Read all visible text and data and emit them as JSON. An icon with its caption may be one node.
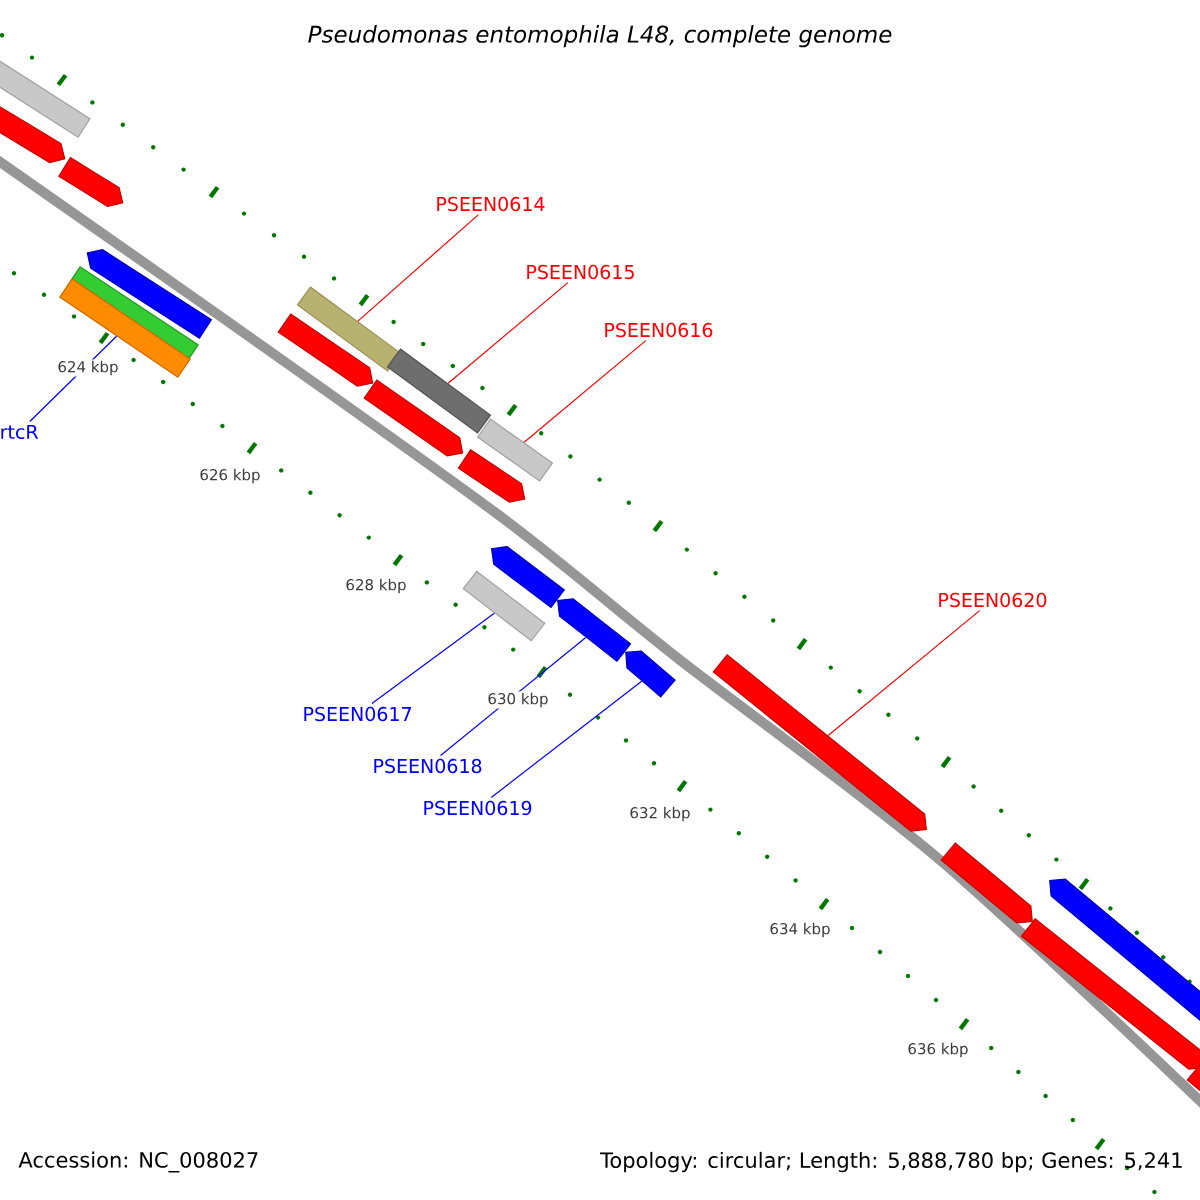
{
  "diagram": {
    "title": "Pseudomonas entomophila L48, complete genome",
    "nodes": [
      {
        "text": [
          "PSEEN0614"
        ]
      },
      {
        "text": [
          "PSEEN0615"
        ]
      },
      {
        "text": [
          "PSEEN0616"
        ]
      },
      {
        "text": [
          "PSEEN0620"
        ]
      },
      {
        "text": [
          "rtcR"
        ]
      },
      {
        "text": [
          "PSEEN0617"
        ]
      },
      {
        "text": [
          "PSEEN0618"
        ]
      },
      {
        "text": [
          "PSEEN0619"
        ]
      },
      {
        "text": [],
        "shape": "bar"
      },
      {
        "text": [],
        "shape": "bar"
      },
      {
        "text": [],
        "shape": "bar"
      },
      {
        "text": [],
        "shape": "bar"
      },
      {
        "text": [],
        "shape": "bar"
      },
      {
        "text": [],
        "shape": "bar"
      },
      {
        "text": [],
        "shape": "bar"
      },
      {
        "text": [],
        "shape": "bar"
      },
      {
        "text": [],
        "shape": "bar"
      },
      {
        "text": [],
        "shape": "bar"
      },
      {
        "text": [],
        "shape": "bar"
      },
      {
        "text": [],
        "shape": "bar"
      },
      {
        "text": [],
        "shape": "bar"
      },
      {
        "text": [],
        "shape": "bar"
      },
      {
        "text": [],
        "shape": "bar"
      },
      {
        "text": [],
        "shape": "bar"
      },
      {
        "text": [],
        "shape": "bar"
      },
      {
        "text": [],
        "shape": "bar"
      },
      {
        "text": [],
        "shape": "bar"
      },
      {
        "text": [],
        "shape": "bar"
      },
      {
        "text": [],
        "shape": "bar"
      }
    ],
    "edges": [
      {
        "from": 0,
        "to": 14,
        "arrow": "none",
        "color": "#ff0000"
      },
      {
        "from": 1,
        "to": 16,
        "arrow": "none",
        "color": "#ff0000"
      },
      {
        "from": 2,
        "to": 18,
        "arrow": "none",
        "color": "#ff0000"
      },
      {
        "from": 3,
        "to": 24,
        "arrow": "none",
        "color": "#ff0000"
      },
      {
        "from": 4,
        "to": 13,
        "arrow": "none",
        "color": "#0000ff"
      },
      {
        "from": 5,
        "to": 21,
        "arrow": "none",
        "color": "#0000ff"
      },
      {
        "from": 6,
        "to": 22,
        "arrow": "none",
        "color": "#0000ff"
      },
      {
        "from": 7,
        "to": 23,
        "arrow": "none",
        "color": "#0000ff"
      }
    ],
    "labels": [
      "624 kbp",
      "626 kbp",
      "628 kbp",
      "630 kbp",
      "632 kbp",
      "634 kbp",
      "636 kbp",
      "Accession: NC_008027",
      "Topology: circular; Length: 5,888,780 bp; Genes: 5,241"
    ]
  }
}
